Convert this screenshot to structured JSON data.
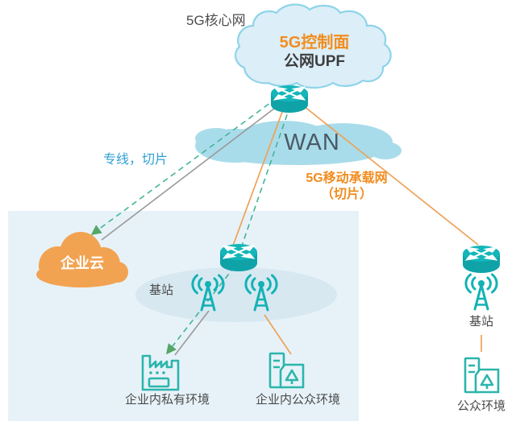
{
  "labels": {
    "core_network": "5G核心网",
    "control_plane": "5G控制面",
    "public_upf": "公网UPF",
    "wan": "WAN",
    "leased_line": "专线，切片",
    "bearer_line1": "5G移动承载网",
    "bearer_line2": "（切片）",
    "enterprise_cloud": "企业云",
    "base_station_mid": "基站",
    "base_station_right": "基站",
    "private_env": "企业内私有环境",
    "enterprise_public_env": "企业内公众环境",
    "public_env": "公众环境"
  },
  "icons": [
    {
      "name": "router-icon",
      "shape": "teal cylinder with white cross arrows",
      "count": 3
    },
    {
      "name": "antenna-icon",
      "shape": "teal radio tower with signal waves",
      "count": 3
    },
    {
      "name": "factory-icon",
      "shape": "teal outlined factory with zigzag roof",
      "count": 1
    },
    {
      "name": "building-upload-icon",
      "shape": "teal outlined building with up-arrow folder",
      "count": 2
    },
    {
      "name": "cloud-icon",
      "shape": "cloud outline / blob",
      "count": 3
    }
  ],
  "links": [
    {
      "name": "leased-line-gray",
      "style": "solid gray",
      "from": "public UPF router",
      "to": "enterprise cloud"
    },
    {
      "name": "leased-line-slice",
      "style": "dashed teal with green arrow",
      "from": "public UPF router",
      "to": "enterprise cloud"
    },
    {
      "name": "bearer-to-site-router",
      "style": "solid orange",
      "from": "public UPF router",
      "to": "site router"
    },
    {
      "name": "slice-to-site-router",
      "style": "dashed teal",
      "from": "public UPF router",
      "to": "site router"
    },
    {
      "name": "slice-to-private-env",
      "style": "dashed teal with green arrow",
      "from": "site router",
      "to": "private environment"
    },
    {
      "name": "gray-to-private-env",
      "style": "solid gray",
      "from": "base station",
      "to": "private environment"
    },
    {
      "name": "orange-to-enterprise-public-env",
      "style": "solid orange",
      "from": "base station",
      "to": "enterprise public environment"
    },
    {
      "name": "bearer-to-right-router",
      "style": "solid orange",
      "from": "public UPF router",
      "to": "right router"
    },
    {
      "name": "right-bs-to-public-env",
      "style": "solid orange",
      "from": "right base station",
      "to": "public environment"
    }
  ],
  "colors": {
    "teal_icon": "#12b2b5",
    "icon_outline": "#2bb5ac",
    "orange_text": "#f08c1e",
    "orange_line": "#eda157",
    "enterprise_cloud_fill": "#f2a351",
    "dashed_line": "#43b39a",
    "arrow_green": "#55a667",
    "gray_line": "#999999",
    "blue_label": "#2fa0d4",
    "core_cloud_fill": "#dceef8",
    "core_cloud_stroke": "#8dd4e9",
    "wan_cloud_fill": "#a9dcea",
    "panel_fill": "#e7f2f8",
    "ellipse_fill": "#d7e8f1",
    "dark_text": "#4a4a4a"
  }
}
